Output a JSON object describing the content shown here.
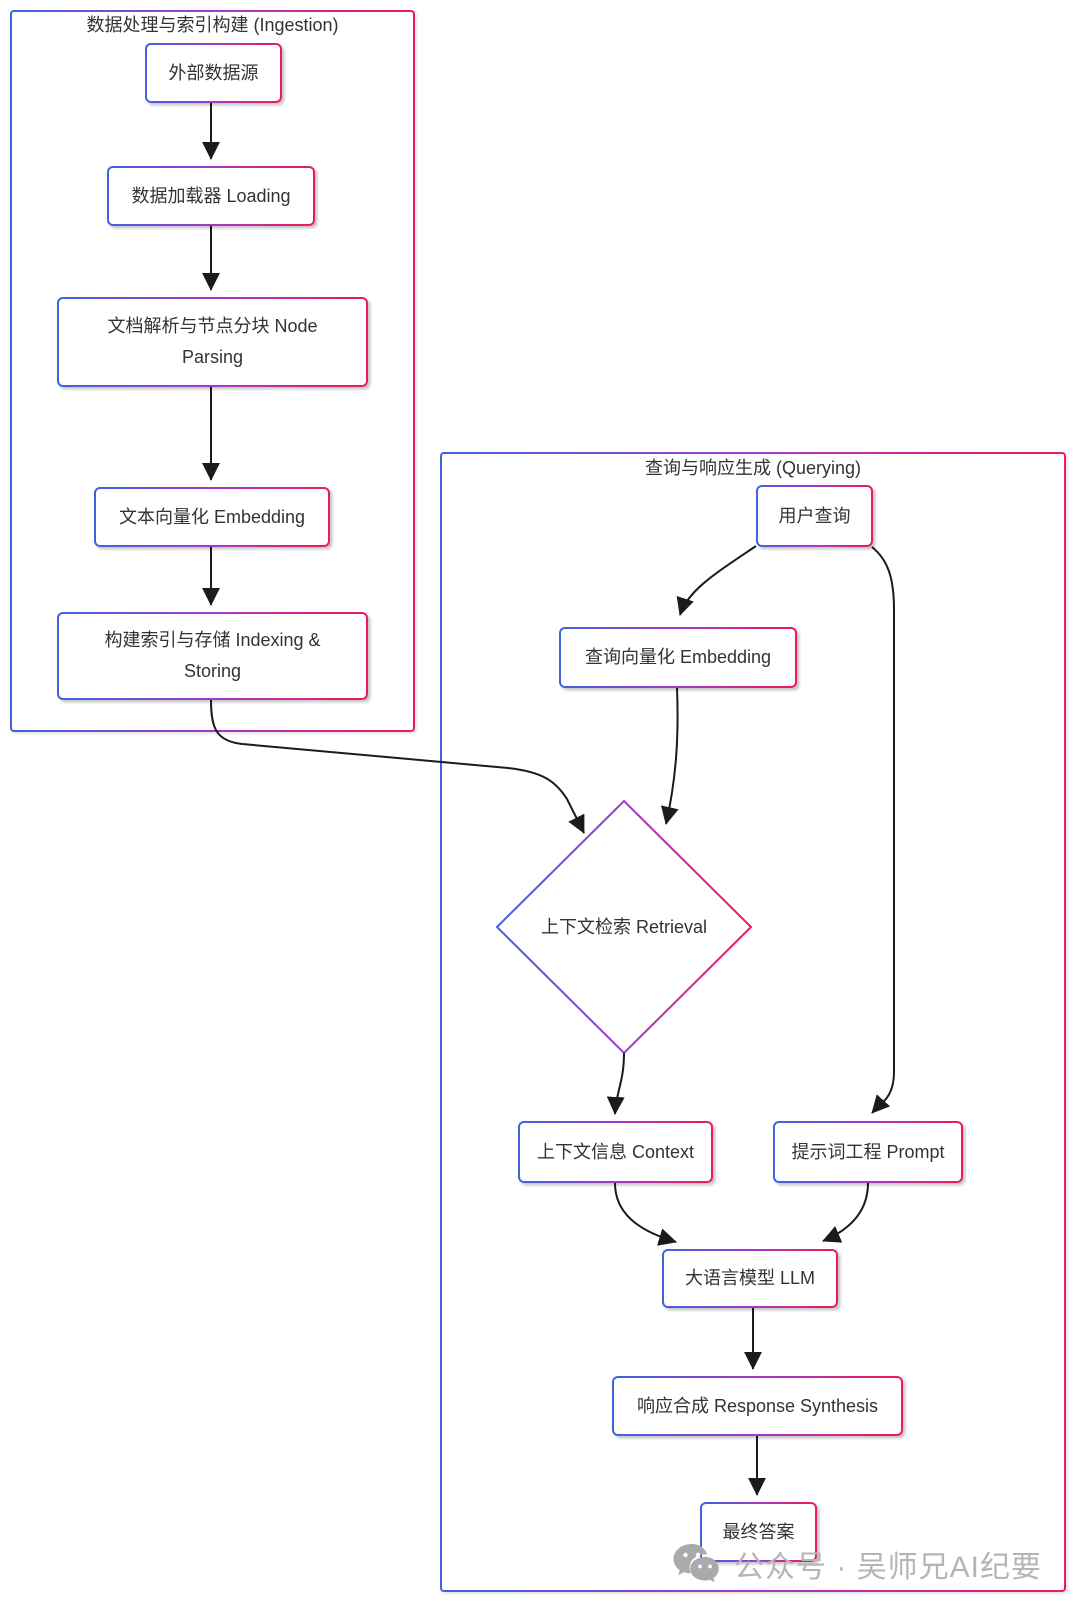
{
  "ingestion": {
    "title": "数据处理与索引构建 (Ingestion)",
    "nodes": [
      {
        "label": "外部数据源"
      },
      {
        "label": "数据加载器 Loading"
      },
      {
        "lines": [
          "文档解析与节点分块 Node",
          "Parsing"
        ]
      },
      {
        "label": "文本向量化 Embedding"
      },
      {
        "lines": [
          "构建索引与存储 Indexing &",
          "Storing"
        ]
      }
    ]
  },
  "querying": {
    "title": "查询与响应生成 (Querying)",
    "nodes": {
      "user_query": "用户查询",
      "query_embedding": "查询向量化 Embedding",
      "retrieval": "上下文检索 Retrieval",
      "context": "上下文信息 Context",
      "prompt": "提示词工程 Prompt",
      "llm": "大语言模型 LLM",
      "response_synthesis": "响应合成 Response Synthesis",
      "final_answer": "最终答案"
    }
  },
  "watermark": {
    "icon": "wechat-icon",
    "text": "公众号 · 吴师兄AI纪要"
  },
  "colors": {
    "gradient_start": "#3E63E0",
    "gradient_mid": "#A638C8",
    "gradient_end": "#EF1A56",
    "arrow": "#1b1b1b",
    "text": "#333333",
    "watermark_gray": "#b5b5b5"
  }
}
